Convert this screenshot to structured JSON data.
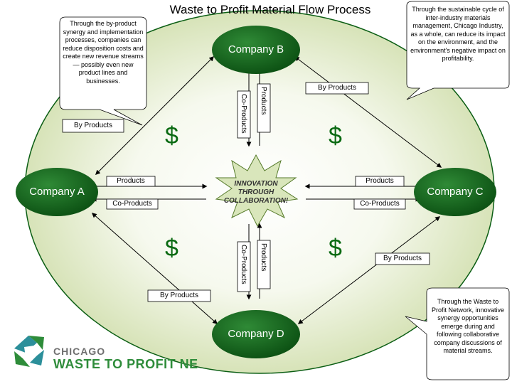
{
  "title": "Waste to Profit Material Flow Process",
  "companies": {
    "a": "Company A",
    "b": "Company B",
    "c": "Company C",
    "d": "Company D"
  },
  "center": {
    "line1": "INNOVATION",
    "line2": "THROUGH",
    "line3": "COLLABORATION!"
  },
  "flows": {
    "by_products_left": "By Products",
    "by_products_top_right": "By Products",
    "by_products_bottom_left": "By Products",
    "by_products_right": "By Products",
    "products_left": "Products",
    "co_products_left": "Co-Products",
    "products_right": "Products",
    "co_products_right": "Co-Products",
    "co_products_top": "Co-Products",
    "products_top": "Products",
    "co_products_bottom": "Co-Products",
    "products_bottom": "Products"
  },
  "dollar": "$",
  "callouts": {
    "top_left": "Through the by-product synergy and implementation processes, companies can reduce disposition costs and create new revenue streams— possibly even new product lines and businesses.",
    "top_right": "Through the sustainable cycle of inter-industry materials management, Chicago Industry, as a whole, can reduce its impact on the environment, and the environment's negative impact on profitability.",
    "bottom_right": "Through the Waste to Profit Network, innovative synergy opportunities emerge during and following collaborative company discussions of material streams."
  },
  "logo": {
    "line1": "CHICAGO",
    "line2": "WASTE TO PROFIT NE"
  },
  "colors": {
    "green_dark": "#0b5e14",
    "green_light": "#dde7c3",
    "logo_green": "#2e8c3a",
    "logo_teal": "#2c8f9a"
  }
}
